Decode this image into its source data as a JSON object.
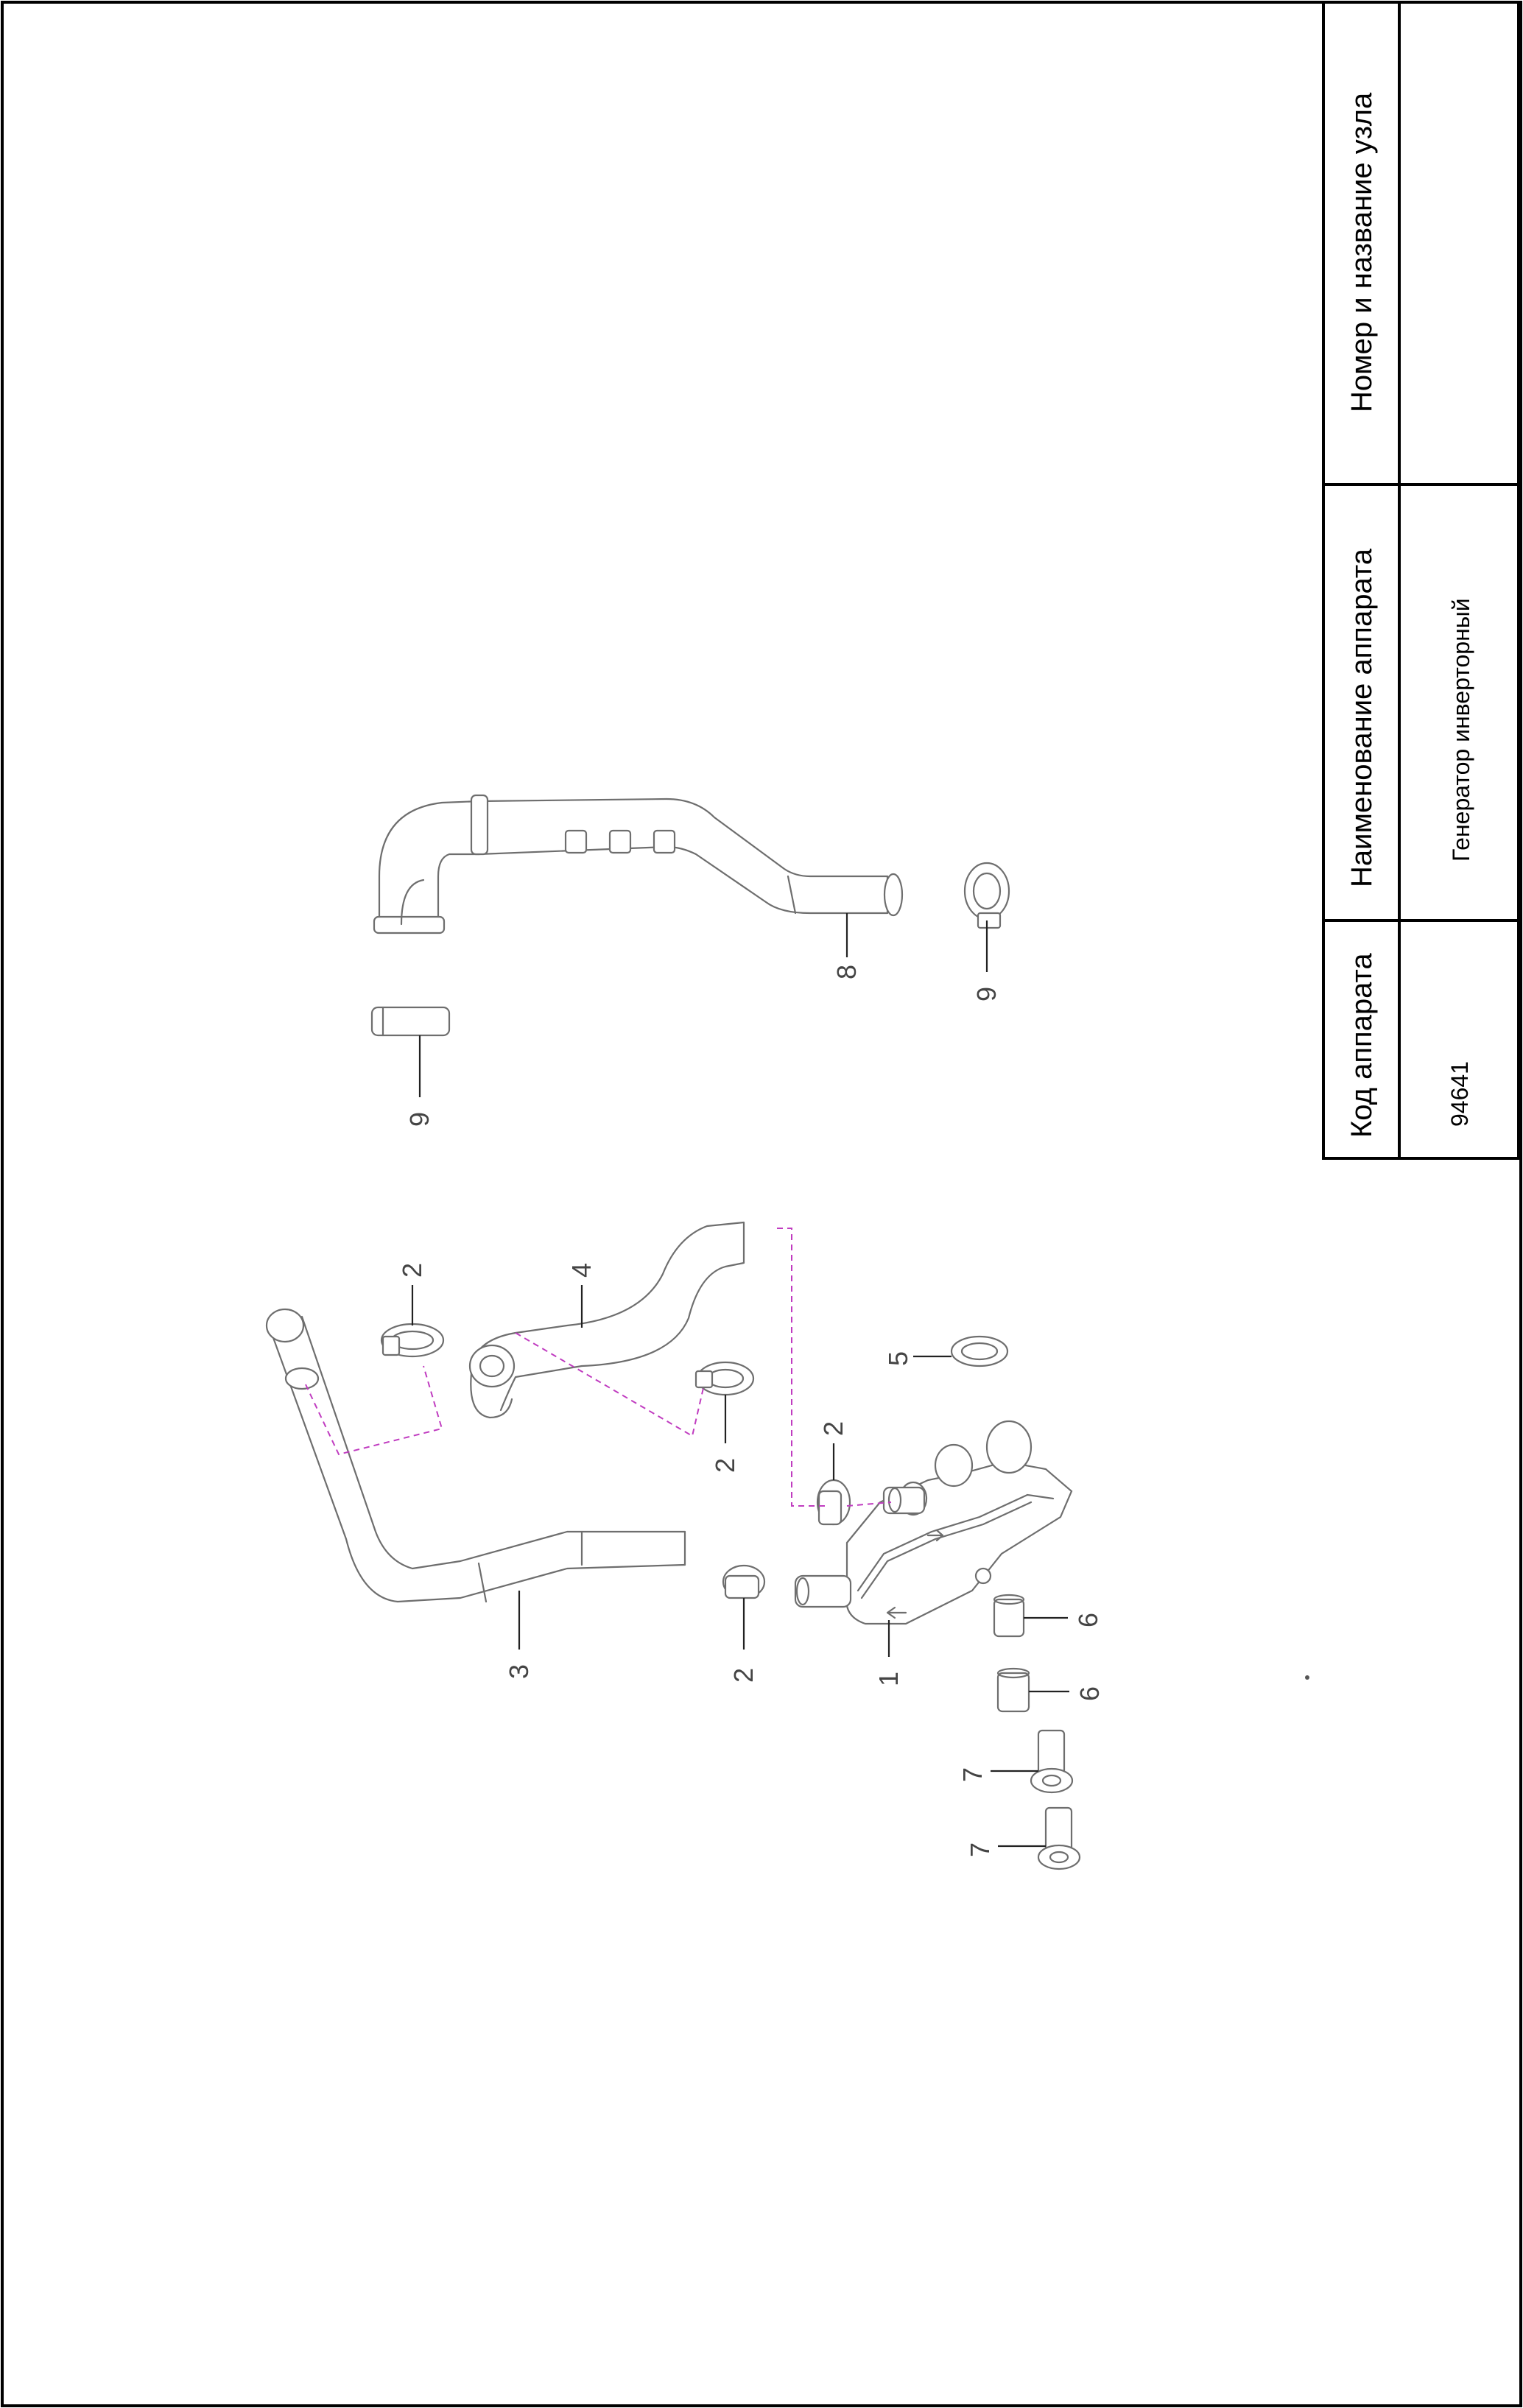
{
  "title_block": {
    "headers": {
      "unit": "Номер и название узла",
      "apparatus_name": "Наименование аппарата",
      "apparatus_code": "Код аппарата"
    },
    "values": {
      "unit": "",
      "apparatus_name": "Генератор инверторный",
      "apparatus_code": "94641"
    }
  },
  "callouts": {
    "p1": "1",
    "p2a": "2",
    "p2b": "2",
    "p2c": "2",
    "p2d": "2",
    "p3": "3",
    "p4": "4",
    "p5": "5",
    "p6a": "6",
    "p6b": "6",
    "p7a": "7",
    "p7b": "7",
    "p8": "8",
    "p9a": "9",
    "p9b": "9"
  }
}
